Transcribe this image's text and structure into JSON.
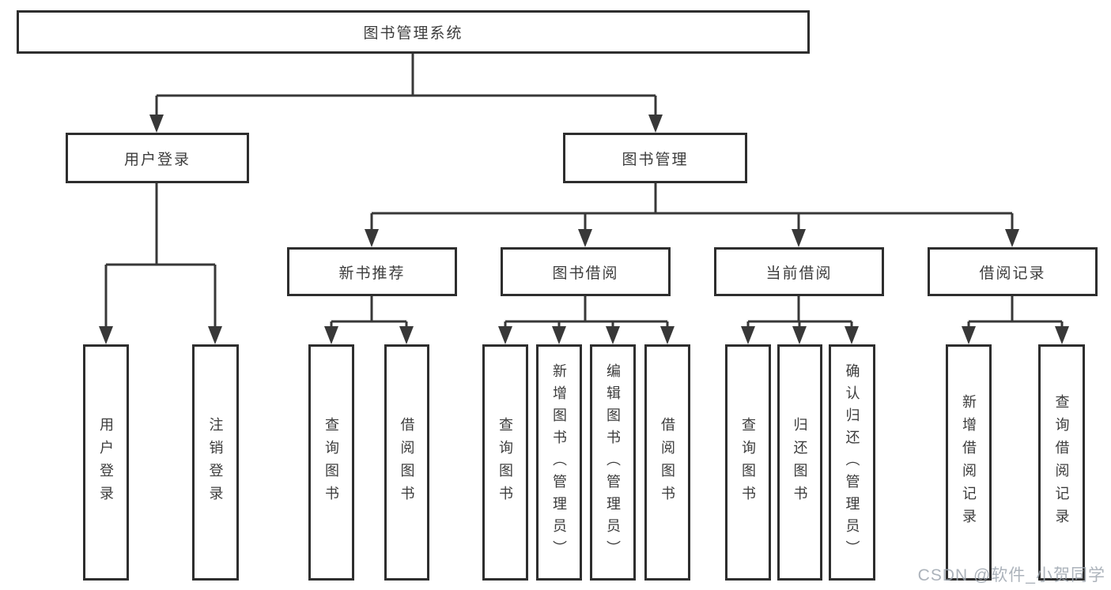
{
  "diagram_type": "hierarchy-tree",
  "colors": {
    "background": "#ffffff",
    "line": "#383838",
    "box_border": "#2e2e2e",
    "text": "#3c3c3c",
    "watermark": "#9ea6af"
  },
  "tree": {
    "root": {
      "label": "图书管理系统"
    },
    "branches": [
      {
        "label": "用户登录",
        "children": [
          "用户登录",
          "注销登录"
        ]
      },
      {
        "label": "图书管理",
        "children": [
          {
            "label": "新书推荐",
            "children": [
              "查询图书",
              "借阅图书"
            ]
          },
          {
            "label": "图书借阅",
            "children": [
              "查询图书",
              "新增图书（管理员）",
              "编辑图书（管理员）",
              "借阅图书"
            ]
          },
          {
            "label": "当前借阅",
            "children": [
              "查询图书",
              "归还图书",
              "确认归还（管理员）"
            ]
          },
          {
            "label": "借阅记录",
            "children": [
              "新增借阅记录",
              "查询借阅记录"
            ]
          }
        ]
      }
    ]
  },
  "watermark": {
    "text": "CSDN @软件_小贺同学"
  }
}
